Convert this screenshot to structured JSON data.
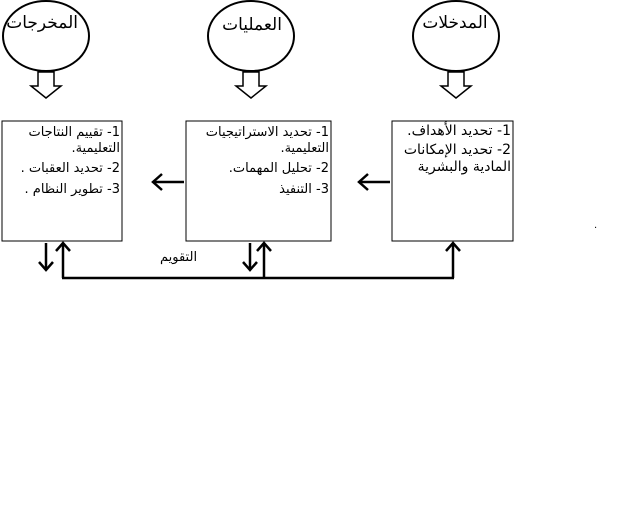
{
  "circles": {
    "outputs": "المخرجات",
    "processes": "العمليات",
    "inputs": "المدخلات"
  },
  "boxes": {
    "outputs": {
      "items": [
        "1- تقييم النتاجات التعليمية.",
        "2- تحديد العقبات .",
        "3- تطوير النظام ."
      ]
    },
    "processes": {
      "items": [
        "1- تحديد الاستراتيجيات التعليمية.",
        "2- تحليل المهمات.",
        "3- التنفيذ"
      ]
    },
    "inputs": {
      "items": [
        "1- تحديد الأهداف.",
        "2- تحديد الإمكانات المادية والبشرية"
      ]
    }
  },
  "feedback_label": "التقويم",
  "stray_mark": "."
}
